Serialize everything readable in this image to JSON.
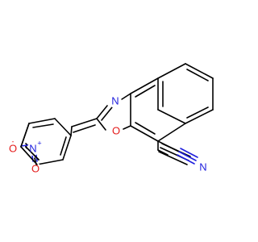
{
  "molecule": {
    "atoms": {
      "oxazole_n": "N",
      "oxazole_o": "O",
      "nitrile_n": "N",
      "nitro_n": "N",
      "nitro_n_charge": "+",
      "nitro_o1": "O",
      "nitro_o1_charge": "-",
      "nitro_o2": "O"
    },
    "colors": {
      "bond": "#000000",
      "nitrogen": "#1f1fdd",
      "oxygen": "#e41a1a"
    }
  }
}
